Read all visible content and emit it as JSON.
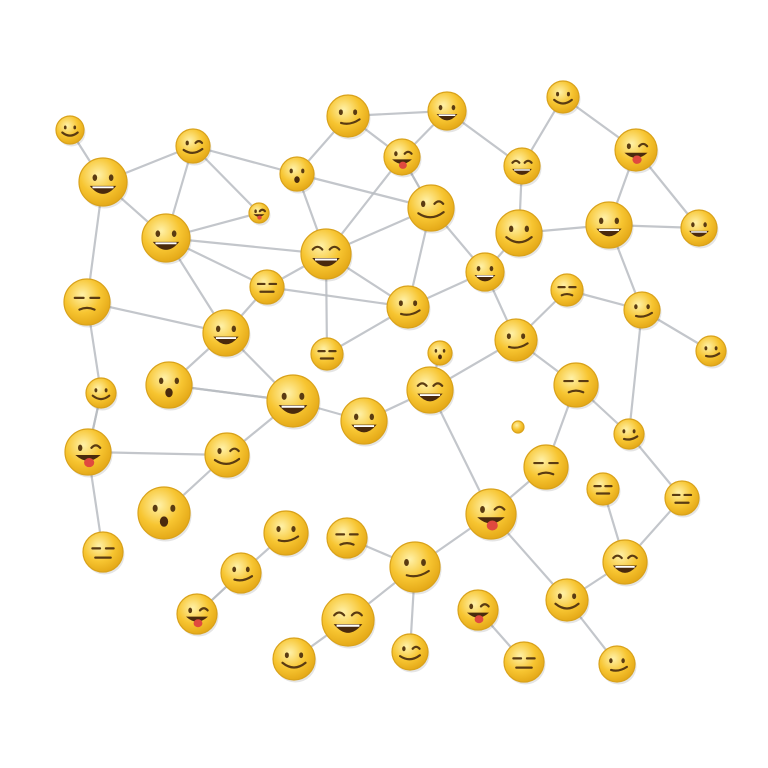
{
  "palette": {
    "face_light": "#ffe27a",
    "face_mid": "#f7c531",
    "face_dark": "#e2a514",
    "edge": "#b9bdc2",
    "accent_red": "#e0493f",
    "background": "#ffffff"
  },
  "network": {
    "icon": "emoji-network-diagram",
    "node_icon": "smiley-face-icon",
    "expressions": [
      "smile",
      "grin",
      "laugh",
      "wink",
      "tongue",
      "meh",
      "surprised",
      "sleepy",
      "smirk"
    ]
  }
}
